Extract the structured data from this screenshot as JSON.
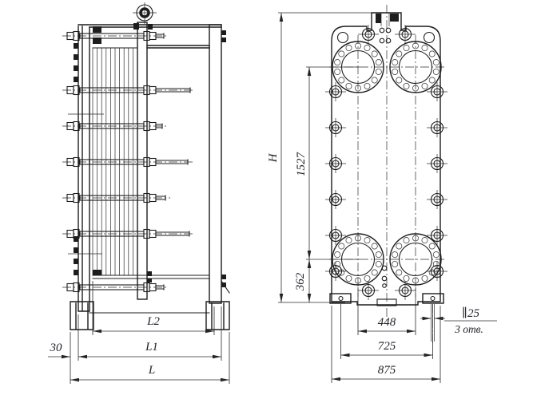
{
  "drawing": {
    "side_view": {
      "dim_foot_offset": "30",
      "dim_pack_length": "L2",
      "dim_frame_length": "L1",
      "dim_overall_length": "L"
    },
    "front_view": {
      "dim_overall_height": "H",
      "dim_port_vertical_span": "1527",
      "dim_bottom_port_height": "362",
      "dim_port_horizontal_span": "448",
      "dim_foot_hole_span": "725",
      "dim_overall_width": "875",
      "hole_diameter": "∥25",
      "hole_count": "3 отв."
    },
    "colors": {
      "line": "#1d1d1d",
      "text": "#23232b",
      "background": "#ffffff"
    }
  }
}
